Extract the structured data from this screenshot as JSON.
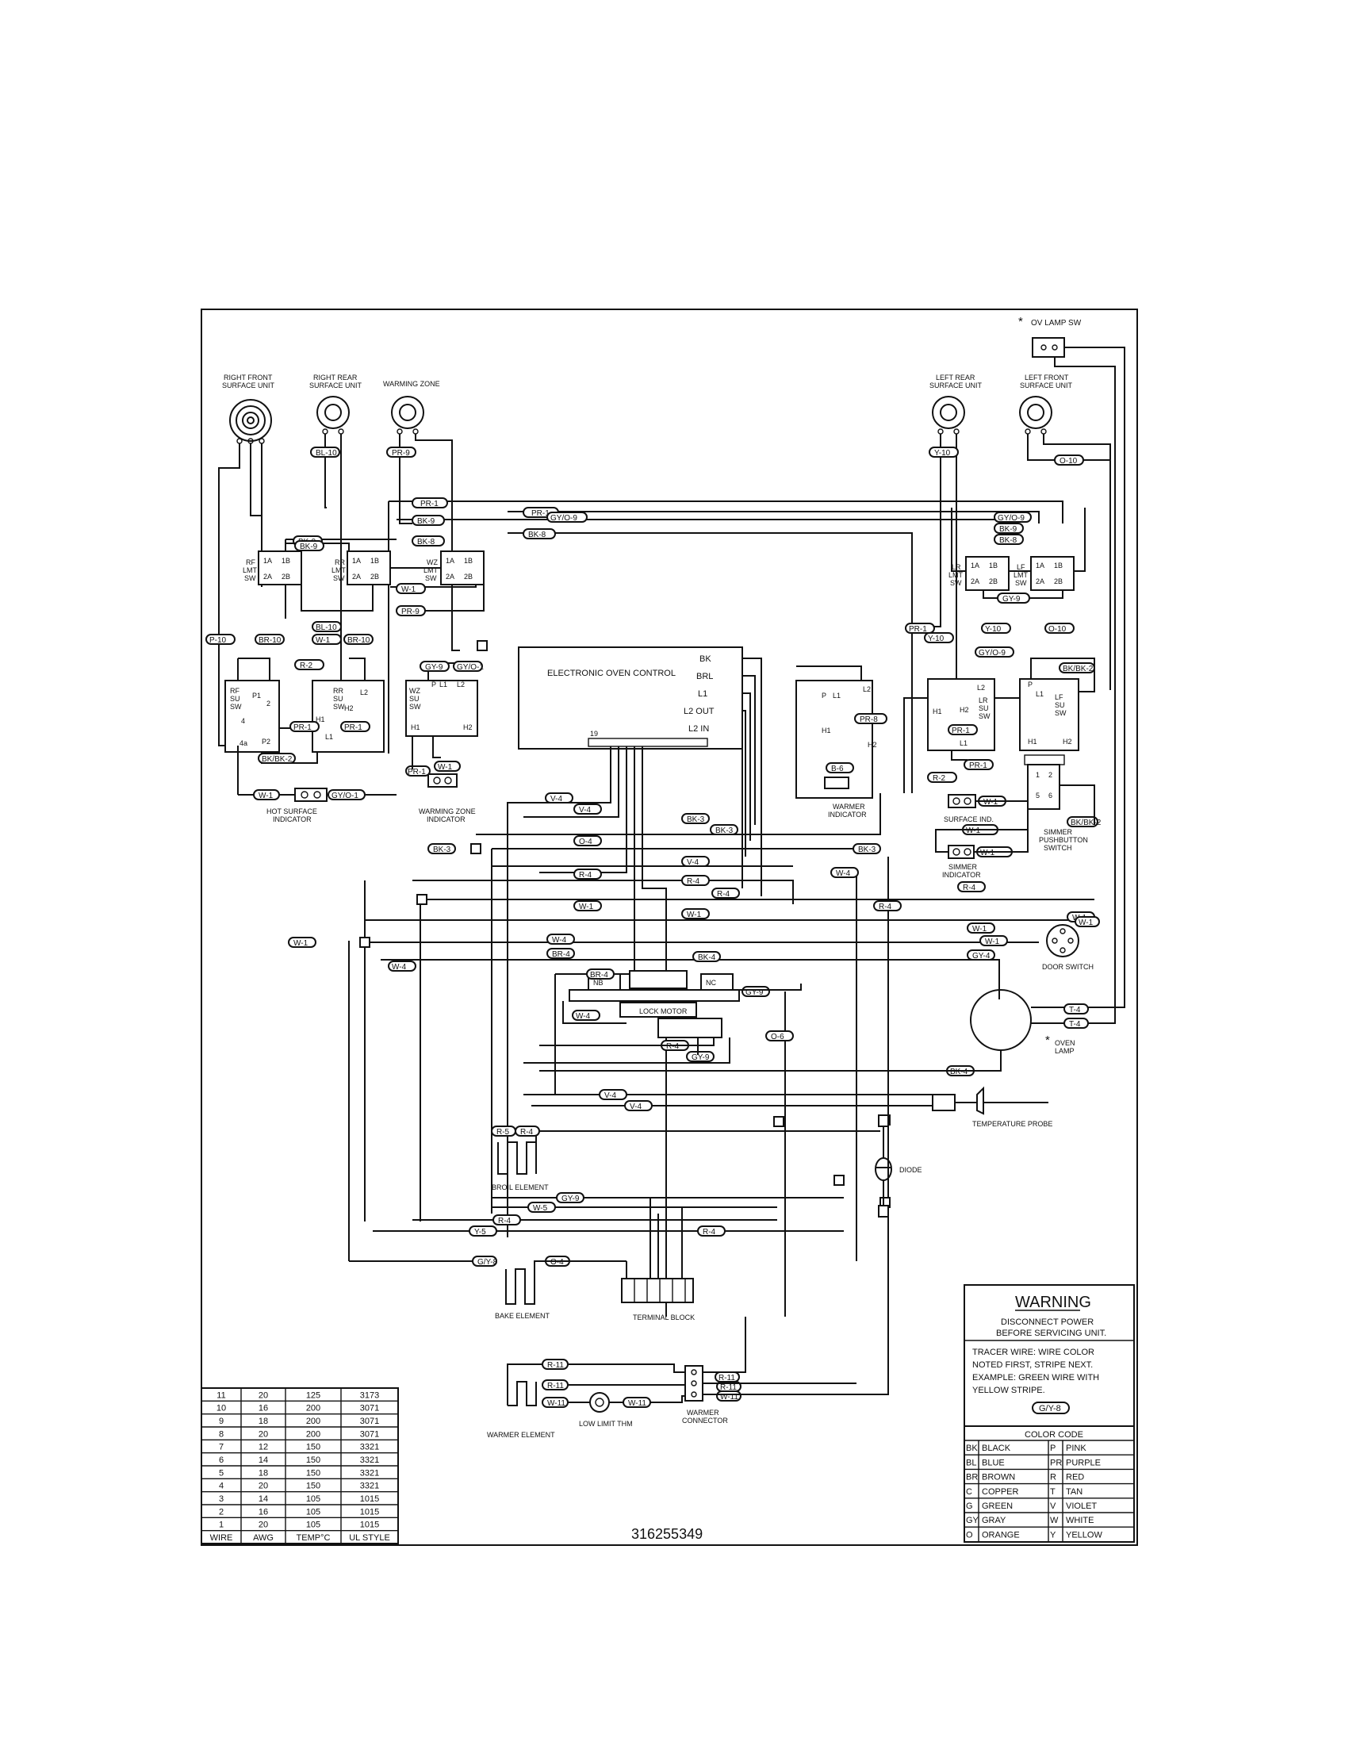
{
  "top_note": "OV LAMP SW",
  "components": {
    "rf_unit": [
      "RIGHT FRONT",
      "SURFACE UNIT"
    ],
    "rr_unit": [
      "RIGHT REAR",
      "SURFACE UNIT"
    ],
    "warming_zone": "WARMING ZONE",
    "lr_unit": [
      "LEFT REAR",
      "SURFACE UNIT"
    ],
    "lf_unit": [
      "LEFT FRONT",
      "SURFACE UNIT"
    ],
    "hot_surface_indicator": [
      "HOT SURFACE",
      "INDICATOR"
    ],
    "warming_zone_indicator": [
      "WARMING ZONE",
      "INDICATOR"
    ],
    "warmer_indicator": [
      "WARMER",
      "INDICATOR"
    ],
    "surface_ind": "SURFACE IND.",
    "simmer_indicator": [
      "SIMMER",
      "INDICATOR"
    ],
    "simmer_switch": [
      "SIMMER",
      "PUSHBUTTON",
      "SWITCH"
    ],
    "door_switch": "DOOR SWITCH",
    "oven_lamp": [
      "OVEN",
      "LAMP"
    ],
    "temperature_probe": "TEMPERATURE PROBE",
    "diode": "DIODE",
    "broil_element": "BROIL ELEMENT",
    "bake_element": "BAKE ELEMENT",
    "terminal_block": "TERMINAL BLOCK",
    "lock_motor": "LOCK MOTOR",
    "warmer_element": "WARMER ELEMENT",
    "low_limit_thm": "LOW LIMIT THM",
    "warmer_connector": [
      "WARMER",
      "CONNECTOR"
    ]
  },
  "eoc": {
    "title": "ELECTRONIC OVEN CONTROL",
    "terminals": [
      "BK",
      "BRL",
      "L1",
      "L2 OUT",
      "L2 IN"
    ],
    "pin_number": "19"
  },
  "switches": {
    "rf_lmt": [
      "RF",
      "LMT",
      "SW"
    ],
    "rr_lmt": [
      "RR",
      "LMT",
      "SW"
    ],
    "wz_lmt": [
      "WZ",
      "LMT",
      "SW"
    ],
    "lr_lmt": [
      "LR",
      "LMT",
      "SW"
    ],
    "lf_lmt": [
      "LF",
      "LMT",
      "SW"
    ],
    "rf_su": [
      "RF",
      "SU",
      "SW"
    ],
    "rr_su": [
      "RR",
      "SU",
      "SW"
    ],
    "wz_su": [
      "WZ",
      "SU",
      "SW"
    ],
    "lr_su": [
      "LR",
      "SU",
      "SW"
    ],
    "lf_su": [
      "LF",
      "SU",
      "SW"
    ]
  },
  "wire_tags": [
    "BL-10",
    "PR-9",
    "BK-9",
    "GY/O-9",
    "BK-8",
    "Y-10",
    "O-10",
    "BR-10",
    "P-10",
    "R-2",
    "PR-1",
    "BK/BK-2",
    "W-1",
    "GY/O-1",
    "GY-9",
    "PR-8",
    "BK-4",
    "V-4",
    "BK-3",
    "R-4",
    "O-4",
    "W-4",
    "BR-4",
    "GY-4",
    "T-4",
    "R-5",
    "W-5",
    "Y-5",
    "G/Y-8",
    "R-11",
    "W-11",
    "O-6",
    "B-6"
  ],
  "warning": {
    "title": "WARNING",
    "lines": [
      "DISCONNECT POWER",
      "BEFORE SERVICING UNIT."
    ],
    "tracer": [
      "TRACER WIRE:  WIRE COLOR",
      "NOTED FIRST, STRIPE NEXT.",
      "EXAMPLE:  GREEN WIRE WITH",
      "YELLOW STRIPE."
    ],
    "example_tag": "G/Y-8"
  },
  "color_code": {
    "title": "COLOR CODE",
    "rows": [
      [
        "BK",
        "BLACK",
        "P",
        "PINK"
      ],
      [
        "BL",
        "BLUE",
        "PR",
        "PURPLE"
      ],
      [
        "BR",
        "BROWN",
        "R",
        "RED"
      ],
      [
        "C",
        "COPPER",
        "T",
        "TAN"
      ],
      [
        "G",
        "GREEN",
        "V",
        "VIOLET"
      ],
      [
        "GY",
        "GRAY",
        "W",
        "WHITE"
      ],
      [
        "O",
        "ORANGE",
        "Y",
        "YELLOW"
      ]
    ]
  },
  "wire_table": {
    "headers": [
      "WIRE",
      "AWG",
      "TEMP°C",
      "UL STYLE"
    ],
    "rows": [
      [
        "11",
        "20",
        "125",
        "3173"
      ],
      [
        "10",
        "16",
        "200",
        "3071"
      ],
      [
        "9",
        "18",
        "200",
        "3071"
      ],
      [
        "8",
        "20",
        "200",
        "3071"
      ],
      [
        "7",
        "12",
        "150",
        "3321"
      ],
      [
        "6",
        "14",
        "150",
        "3321"
      ],
      [
        "5",
        "18",
        "150",
        "3321"
      ],
      [
        "4",
        "20",
        "150",
        "3321"
      ],
      [
        "3",
        "14",
        "105",
        "1015"
      ],
      [
        "2",
        "16",
        "105",
        "1015"
      ],
      [
        "1",
        "20",
        "105",
        "1015"
      ]
    ]
  },
  "part_number": "316255349"
}
